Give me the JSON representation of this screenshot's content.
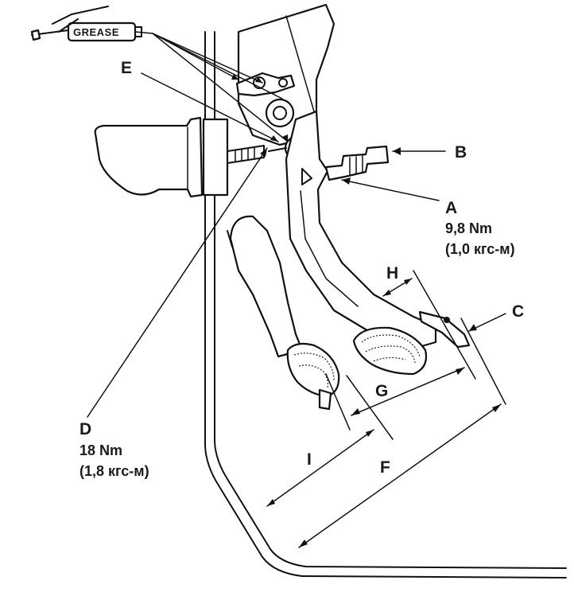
{
  "diagram": {
    "grease_label": "GREASE",
    "labels": {
      "A": "A",
      "B": "B",
      "C": "C",
      "D": "D",
      "E": "E",
      "F": "F",
      "G": "G",
      "H": "H",
      "I": "I"
    },
    "torque": {
      "A": {
        "value": "9,8 Nm",
        "alt": "(1,0 кгс-м)"
      },
      "D": {
        "value": "18 Nm",
        "alt": "(1,8 кгс-м)"
      }
    },
    "ink_color": "#111111",
    "background_color": "#ffffff"
  }
}
